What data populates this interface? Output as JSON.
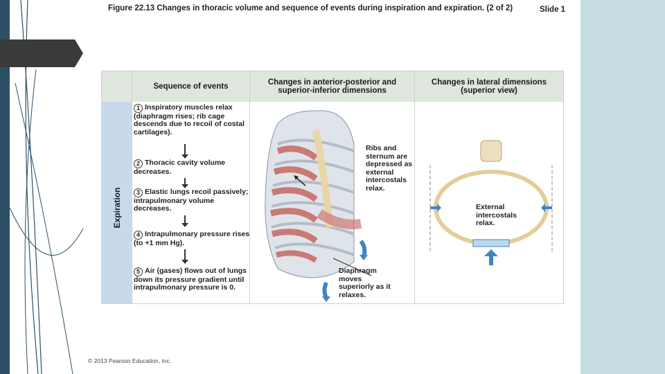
{
  "figure_title": "Figure 22.13  Changes in thoracic volume and sequence of events during inspiration and expiration. (2 of 2)",
  "slide_label": "Slide 1",
  "copyright": "© 2013 Pearson Education, Inc.",
  "headers": {
    "sequence": "Sequence of events",
    "ap_si": "Changes in anterior-posterior and superior-inferior dimensions",
    "lateral": "Changes in lateral dimensions (superior view)"
  },
  "side_label": "Expiration",
  "steps": [
    {
      "num": "1",
      "text": "Inspiratory muscles relax (diaphragm rises; rib cage descends due to recoil of costal cartilages)."
    },
    {
      "num": "2",
      "text": "Thoracic cavity volume decreases."
    },
    {
      "num": "3",
      "text": "Elastic lungs recoil passively; intrapulmonary volume decreases."
    },
    {
      "num": "4",
      "text": "Intrapulmonary pressure rises (to +1 mm Hg)."
    },
    {
      "num": "5",
      "text": "Air (gases) flows out of lungs down its pressure gradient until intrapulmonary pressure is 0."
    }
  ],
  "annotations": {
    "ribs": "Ribs and sternum are depressed as external intercostals relax.",
    "diaphragm": "Diaphragm moves superiorly as it relaxes.",
    "external": "External intercostals relax."
  },
  "colors": {
    "left_bar": "#2d4f64",
    "right_panel": "#c6dde4",
    "header_bg": "#dfe6dd",
    "side_label_bg": "#c9d9ec",
    "arrow_blue": "#3d85c6"
  }
}
